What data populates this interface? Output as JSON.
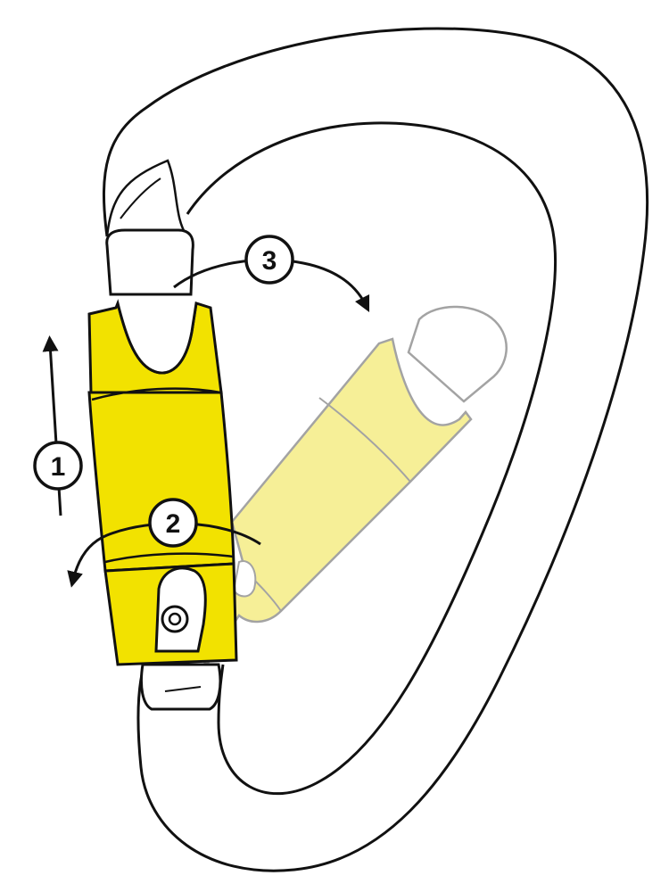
{
  "colors": {
    "outline": "#111111",
    "background": "#ffffff",
    "sleeve": "#f2e200",
    "sleeve_shadow": "#d9c800",
    "ghost_sleeve": "#f6ee8c",
    "ghost_outline": "#9a9a9a"
  },
  "steps": [
    {
      "number": "1",
      "action": "slide-up-arrow"
    },
    {
      "number": "2",
      "action": "twist-arrow"
    },
    {
      "number": "3",
      "action": "open-gate-arrow"
    }
  ]
}
